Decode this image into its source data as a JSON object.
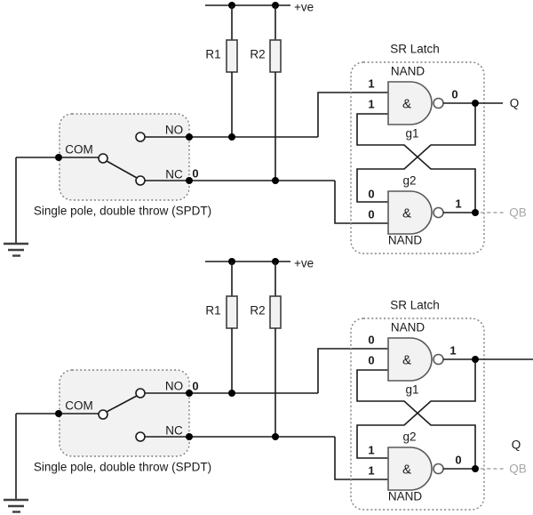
{
  "colors": {
    "signal_green": "#00B050",
    "signal_red": "#FF0000",
    "signal_blue": "#0070C0",
    "signal_gray": "#A6A6A6",
    "wire_black": "#1A1A1A",
    "box_fill": "#F2F2F2",
    "dash_gray": "#808080"
  },
  "labels": {
    "supply": "+ve",
    "r1": "R1",
    "r2": "R2",
    "com": "COM",
    "no": "NO",
    "nc": "NC",
    "switch_caption": "Single pole, double throw (SPDT)",
    "latch_title": "SR Latch",
    "nand": "NAND",
    "g1": "g1",
    "g2": "g2",
    "amp": "&",
    "q": "Q",
    "qb": "QB"
  },
  "circuits": [
    {
      "switch_position": "NC",
      "switch_annotation": {
        "value": "0",
        "color": "#00B050"
      },
      "g1": {
        "in_top": {
          "value": "1",
          "color": "#A6A6A6"
        },
        "in_bottom": {
          "value": "1",
          "color": "#FF0000"
        },
        "out": {
          "value": "0",
          "color": "#0070C0"
        }
      },
      "g2": {
        "in_top": {
          "value": "0",
          "color": "#0070C0"
        },
        "in_bottom": {
          "value": "0",
          "color": "#00B050"
        },
        "out": {
          "value": "1",
          "color": "#FF0000"
        }
      }
    },
    {
      "switch_position": "NO",
      "switch_annotation": {
        "value": "0",
        "color": "#00B050"
      },
      "g1": {
        "in_top": {
          "value": "0",
          "color": "#00B050"
        },
        "in_bottom": {
          "value": "0",
          "color": "#0070C0"
        },
        "out": {
          "value": "1",
          "color": "#FF0000"
        }
      },
      "g2": {
        "in_top": {
          "value": "1",
          "color": "#FF0000"
        },
        "in_bottom": {
          "value": "1",
          "color": "#A6A6A6"
        },
        "out": {
          "value": "0",
          "color": "#0070C0"
        }
      }
    }
  ]
}
